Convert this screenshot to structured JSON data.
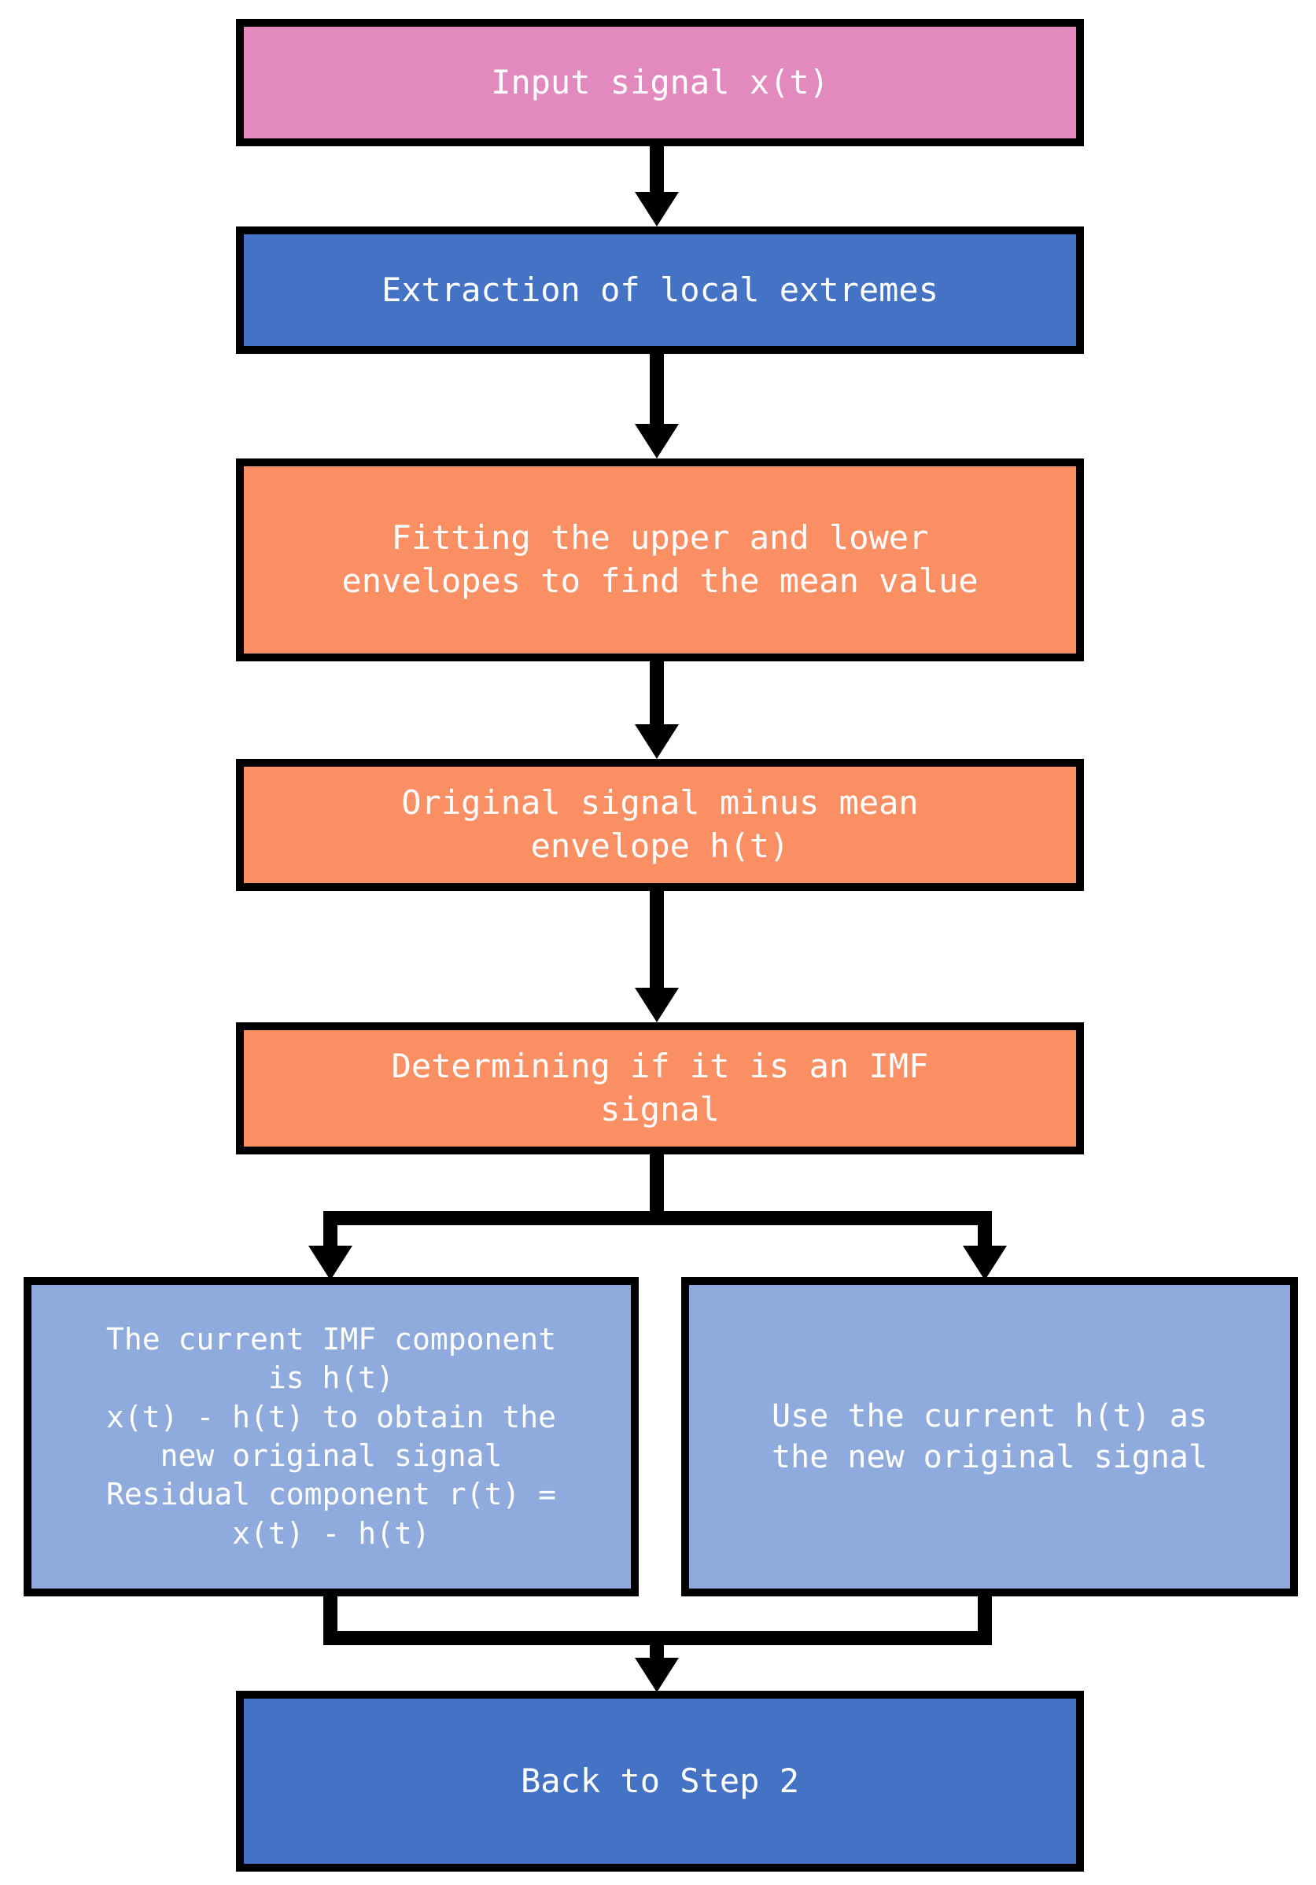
{
  "diagram": {
    "title": "EMD decomposition flowchart",
    "background": "#ffffff",
    "edge_color": "#000000",
    "text_color": "#ffffff",
    "colors": {
      "pink": "#e289bd",
      "blue": "#4472c4",
      "orange": "#fa8f64",
      "light_blue": "#8faadc"
    },
    "nodes": [
      {
        "id": "input",
        "label": "Input signal x(t)",
        "color": "#e289bd"
      },
      {
        "id": "extract",
        "label": "Extraction of local extremes",
        "color": "#4472c4"
      },
      {
        "id": "fitting",
        "label": "Fitting the upper and lower\nenvelopes to find the mean value",
        "color": "#fa8f64"
      },
      {
        "id": "minus",
        "label": "Original signal minus mean\nenvelope h(t)",
        "color": "#fa8f64"
      },
      {
        "id": "determine",
        "label": "Determining if it is an IMF\nsignal",
        "color": "#fa8f64"
      },
      {
        "id": "imf-left",
        "label": "The current IMF component\nis h(t)\nx(t) - h(t) to obtain the\nnew original signal\nResidual component r(t) =\nx(t) - h(t)",
        "color": "#8faadc"
      },
      {
        "id": "imf-right",
        "label": "Use the current h(t) as\nthe new original signal",
        "color": "#8faadc"
      },
      {
        "id": "back",
        "label": "Back to Step 2",
        "color": "#4472c4"
      }
    ],
    "edges": [
      {
        "from": "input",
        "to": "extract",
        "type": "straight-down"
      },
      {
        "from": "extract",
        "to": "fitting",
        "type": "straight-down"
      },
      {
        "from": "fitting",
        "to": "minus",
        "type": "straight-down"
      },
      {
        "from": "minus",
        "to": "determine",
        "type": "straight-down"
      },
      {
        "from": "determine",
        "to": "imf-left",
        "type": "split-left"
      },
      {
        "from": "determine",
        "to": "imf-right",
        "type": "split-right"
      },
      {
        "from": "imf-left",
        "to": "back",
        "type": "merge-left"
      },
      {
        "from": "imf-right",
        "to": "back",
        "type": "merge-right"
      }
    ]
  }
}
